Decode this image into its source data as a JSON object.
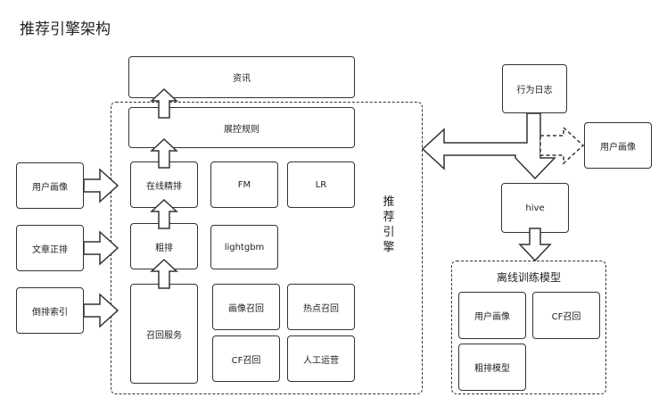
{
  "title": "推荐引擎架构",
  "engine_label": [
    "推",
    "荐",
    "引",
    "擎"
  ],
  "offline_group_title": "离线训练模型",
  "nodes": {
    "zixun": "资讯",
    "zhankong": "展控规则",
    "zaixian": "在线精排",
    "fm": "FM",
    "lr": "LR",
    "cupai": "粗排",
    "lightgbm": "lightgbm",
    "zhaohui": "召回服务",
    "huaxiang_zhaohui": "画像召回",
    "redian_zhaohui": "热点召回",
    "cf_zhaohui": "CF召回",
    "rengong": "人工运营",
    "yonghu_huaxiang_in": "用户画像",
    "wenzhang": "文章正排",
    "daopai": "倒排索引",
    "xingwei": "行为日志",
    "yonghu_huaxiang_out": "用户画像",
    "hive": "hive",
    "off_yonghu": "用户画像",
    "off_cf": "CF召回",
    "off_cupai": "粗排模型"
  }
}
